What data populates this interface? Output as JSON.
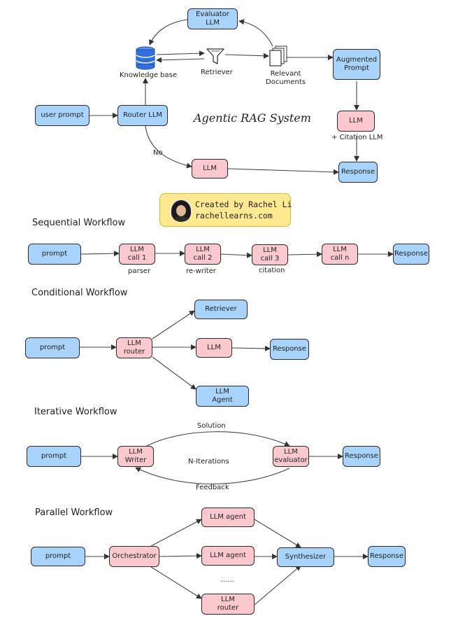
{
  "title": "Agentic RAG System",
  "credit": {
    "line1": "Created by Rachel Li",
    "line2": "rachellearns.com"
  },
  "rag": {
    "evaluator": [
      "Evaluator",
      "LLM"
    ],
    "knowledge_base": "Knowledge base",
    "retriever": "Retriever",
    "relevant_documents": [
      "Relevant",
      "Documents"
    ],
    "augmented_prompt": [
      "Augmented",
      "Prompt"
    ],
    "user_prompt": "user prompt",
    "router_llm": "Router LLM",
    "llm_citation": "LLM",
    "citation_label": "+ Citation LLM",
    "no_label": "No",
    "llm_direct": "LLM",
    "response": "Response"
  },
  "sequential": {
    "title": "Sequential Workflow",
    "prompt": "prompt",
    "calls": [
      {
        "lines": [
          "LLM",
          "call 1"
        ],
        "sub": "parser"
      },
      {
        "lines": [
          "LLM",
          "call 2"
        ],
        "sub": "re-writer"
      },
      {
        "lines": [
          "LLM",
          "call 3"
        ],
        "sub": "citation"
      },
      {
        "lines": [
          "LLM",
          "call n"
        ],
        "sub": ""
      }
    ],
    "response": "Response"
  },
  "conditional": {
    "title": "Conditional Workflow",
    "prompt": "prompt",
    "router": [
      "LLM",
      "router"
    ],
    "retriever": "Retriever",
    "llm": "LLM",
    "agent": [
      "LLM",
      "Agent"
    ],
    "response": "Response"
  },
  "iterative": {
    "title": "Iterative Workflow",
    "prompt": "prompt",
    "writer": [
      "LLM",
      "Writer"
    ],
    "evaluator": [
      "LLM",
      "evaluator"
    ],
    "solution": "Solution",
    "feedback": "Feedback",
    "iterations": "N-Iterations",
    "response": "Response"
  },
  "parallel": {
    "title": "Parallel Workflow",
    "prompt": "prompt",
    "orchestrator": "Orchestrator",
    "agent1": "LLM agent",
    "agent2": "LLM agent",
    "ellipsis": "......",
    "router": [
      "LLM",
      "router"
    ],
    "synthesizer": "Synthesizer",
    "response": "Response"
  },
  "colors": {
    "blue_node": "#a8d4fb",
    "pink_node": "#fbc9cd",
    "credit_bg": "#fde98f",
    "stroke": "#2b2b2b"
  }
}
